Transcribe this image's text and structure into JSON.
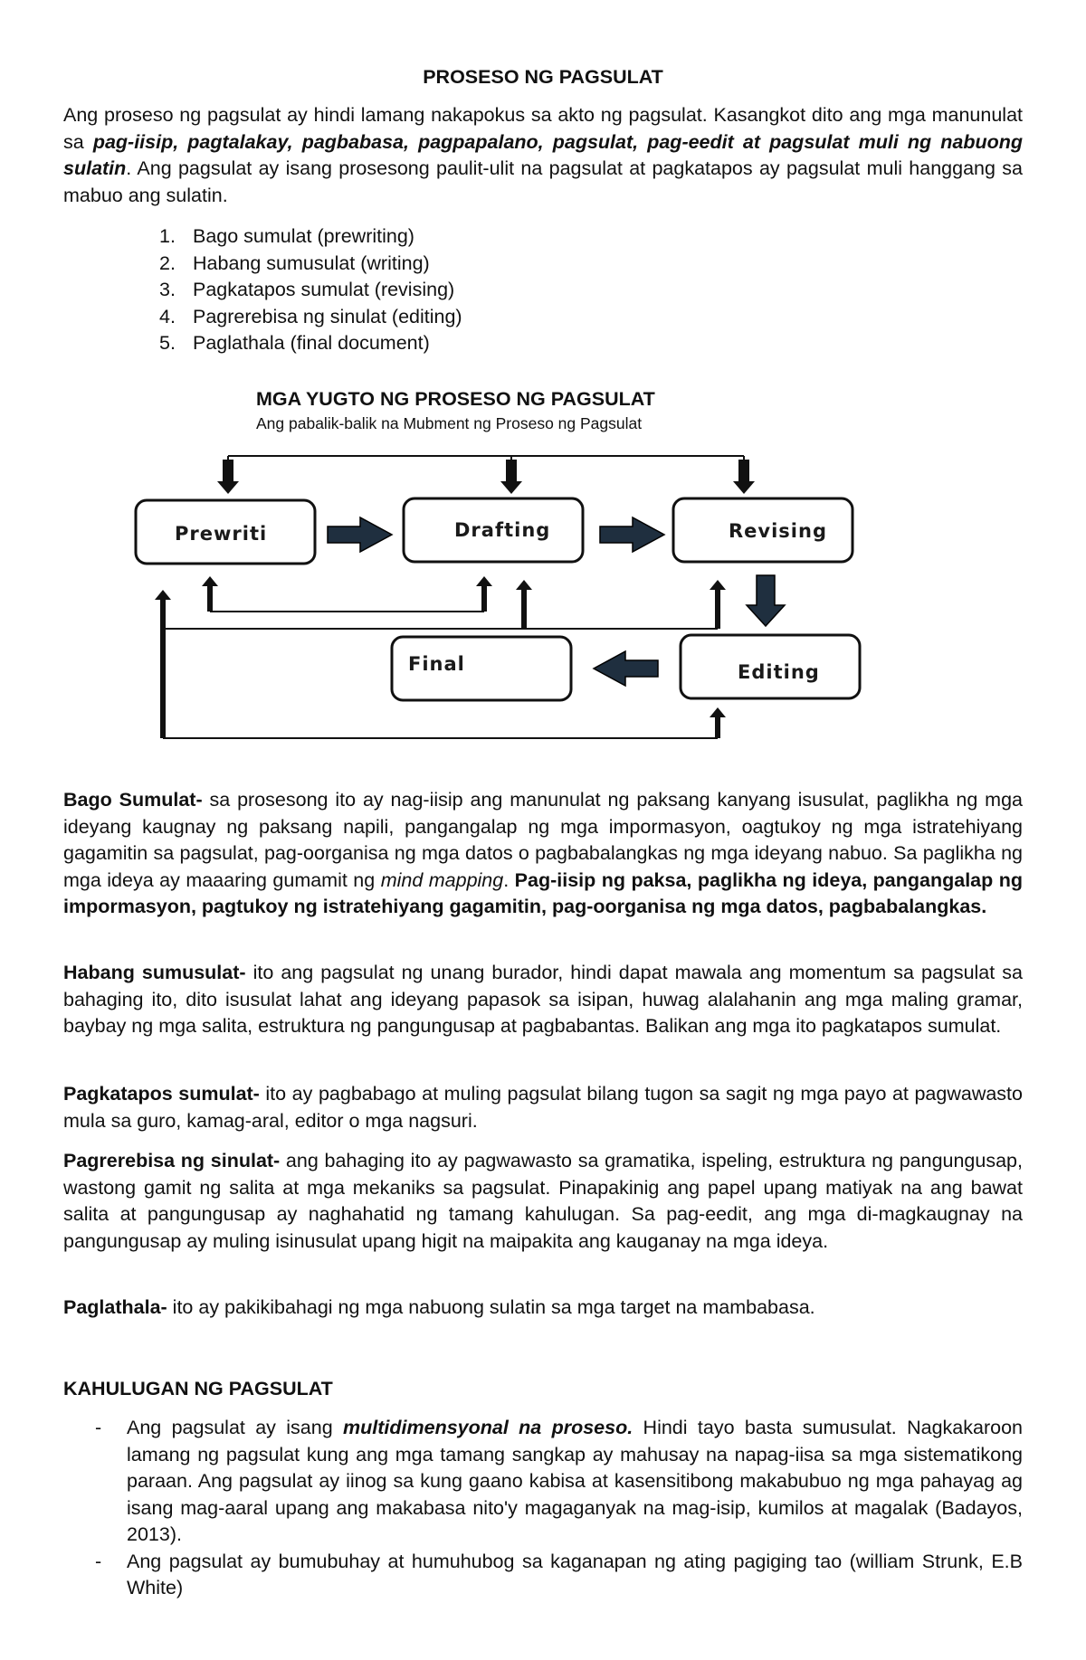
{
  "doc": {
    "title": "PROSESO NG PAGSULAT",
    "intro": {
      "part1": "Ang proseso ng pagsulat ay hindi lamang nakapokus sa akto ng pagsulat. Kasangkot dito ang mga manunulat sa ",
      "emphasis": "pag-iisip, pagtalakay, pagbabasa, pagpapalano, pagsulat, pag-eedit at pagsulat muli ng nabuong sulatin",
      "part2": ". Ang pagsulat ay isang prosesong paulit-ulit na pagsulat at pagkatapos ay pagsulat muli hanggang sa mabuo ang sulatin."
    },
    "steps": [
      {
        "num": "1.",
        "text": "Bago sumulat (prewriting)"
      },
      {
        "num": "2.",
        "text": "Habang sumusulat (writing)"
      },
      {
        "num": "3.",
        "text": "Pagkatapos sumulat (revising)"
      },
      {
        "num": "4.",
        "text": "Pagrerebisa ng sinulat (editing)"
      },
      {
        "num": "5.",
        "text": "Paglathala (final document)"
      }
    ]
  },
  "diagram": {
    "title": "MGA YUGTO NG PROSESO NG PAGSULAT",
    "subtitle": "Ang pabalik-balik na Mubment ng Proseso ng Pagsulat",
    "nodes": {
      "prewriti": "Prewriti",
      "drafting": "Drafting",
      "revising": "Revising",
      "final": "Final",
      "editing": "Editing"
    }
  },
  "sections": {
    "bago": {
      "head": "Bago Sumulat-",
      "text1": " sa prosesong ito ay nag-iisip ang manunulat ng paksang kanyang isusulat, paglikha ng mga ideyang kaugnay ng paksang napili, pangangalap ng mga impormasyon, oagtukoy ng mga istratehiyang gagamitin sa pagsulat, pag-oorganisa ng mga datos o pagbabalangkas ng mga ideyang nabuo. Sa paglikha ng mga ideya ay maaaring gumamit ng ",
      "italic": "mind mapping",
      "text2": ". ",
      "bold_tail": "Pag-iisip ng paksa, paglikha ng ideya, pangangalap ng impormasyon, pagtukoy ng istratehiyang gagamitin, pag-oorganisa ng mga datos, pagbabalangkas."
    },
    "habang": {
      "head": "Habang sumusulat-",
      "text": " ito ang pagsulat ng unang burador, hindi dapat mawala ang momentum sa pagsulat sa bahaging ito, dito isusulat lahat ang ideyang papasok sa isipan, huwag alalahanin ang mga maling gramar, baybay ng mga salita, estruktura ng pangungusap at pagbabantas. Balikan ang mga ito pagkatapos sumulat."
    },
    "pagkatapos": {
      "head": "Pagkatapos sumulat-",
      "text": " ito ay pagbabago at muling pagsulat bilang tugon sa sagit ng mga payo at pagwawasto mula sa guro, kamag-aral, editor o mga nagsuri."
    },
    "pagrerebisa": {
      "head": "Pagrerebisa ng sinulat-",
      "text": " ang bahaging ito ay pagwawasto sa gramatika, ispeling, estruktura ng pangungusap, wastong gamit ng salita at mga mekaniks sa pagsulat. Pinapakinig ang papel upang matiyak na ang bawat salita at pangungusap ay naghahatid ng tamang kahulugan. Sa pag-eedit, ang mga di-magkaugnay na pangungusap ay muling isinusulat upang higit na maipakita ang kauganay na mga ideya."
    },
    "paglathala": {
      "head": "Paglathala-",
      "text": " ito ay pakikibahagi ng mga nabuong sulatin sa mga target na mambabasa."
    }
  },
  "kahulugan": {
    "title": "KAHULUGAN NG PAGSULAT",
    "dash": "-",
    "item1": {
      "pre": "Ang pagsulat ay isang ",
      "emphasis": "multidimensyonal na proseso.",
      "post": " Hindi tayo basta sumusulat. Nagkakaroon lamang ng pagsulat kung ang mga tamang sangkap ay mahusay na napag-iisa sa mga sistematikong paraan. Ang pagsulat ay iinog sa kung gaano kabisa at kasensitibong makabubuo ng mga pahayag ag isang mag-aaral upang ang makabasa nito'y magaganyak na mag-isip, kumilos at magalak (Badayos, 2013)."
    },
    "item2": {
      "text": "Ang pagsulat ay bumubuhay at humuhubog sa kaganapan ng ating pagiging tao (william Strunk, E.B White)"
    }
  }
}
